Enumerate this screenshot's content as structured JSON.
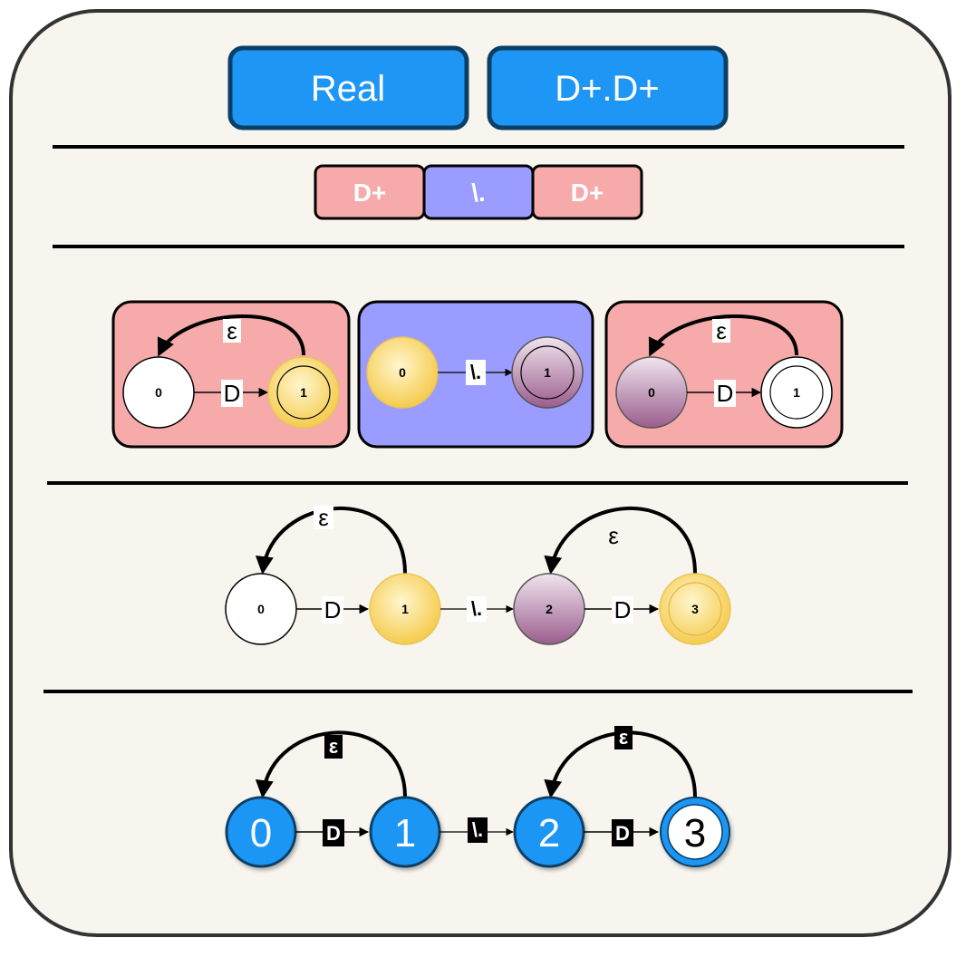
{
  "header": {
    "name_box": "Real",
    "regex_box": "D+.D+"
  },
  "tokens": [
    "D+",
    "\\.",
    "D+"
  ],
  "nfa_blocks": {
    "left": {
      "start": "0",
      "edge": "D",
      "accept": "1",
      "loop": "ε"
    },
    "middle": {
      "start": "0",
      "edge": "\\.",
      "accept": "1"
    },
    "right": {
      "start": "0",
      "edge": "D",
      "accept": "1",
      "loop": "ε"
    }
  },
  "combined": {
    "states": [
      "0",
      "1",
      "2",
      "3"
    ],
    "edges": [
      "D",
      "\\.",
      "D"
    ],
    "loops": [
      "ε",
      "ε"
    ]
  },
  "final": {
    "states": [
      "0",
      "1",
      "2",
      "3"
    ],
    "edges": [
      "D",
      "\\.",
      "D"
    ],
    "loops": [
      "ε",
      "ε"
    ]
  },
  "colors": {
    "panel_bg": "#f7f5ee",
    "header_blue": "#1e96f5",
    "header_border": "#0a3f66",
    "token_pink": "#f6aaaa",
    "token_purple": "#9a9cff",
    "state_yellow": "#fbd56a",
    "state_purple": "#b07fa6",
    "final_blue": "#1e96f5"
  }
}
